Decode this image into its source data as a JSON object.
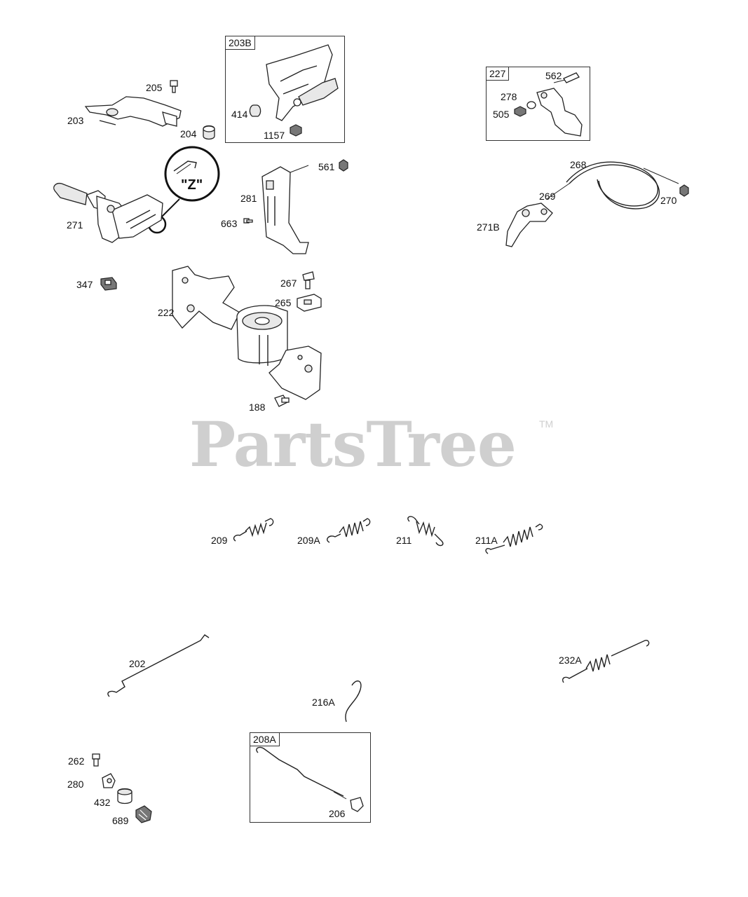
{
  "watermark": {
    "text": "PartsTree",
    "trademark": "TM"
  },
  "callout_z": "\"Z\"",
  "kit_boxes": {
    "b203B": "203B",
    "b227": "227",
    "b208A": "208A"
  },
  "labels": {
    "l205": "205",
    "l203": "203",
    "l204": "204",
    "l414": "414",
    "l1157": "1157",
    "l562": "562",
    "l278": "278",
    "l505": "505",
    "l561": "561",
    "l281": "281",
    "l663": "663",
    "l271": "271",
    "l268": "268",
    "l269": "269",
    "l270": "270",
    "l271B": "271B",
    "l347": "347",
    "l267": "267",
    "l265": "265",
    "l222": "222",
    "l188": "188",
    "l209": "209",
    "l209A": "209A",
    "l211": "211",
    "l211A": "211A",
    "l202": "202",
    "l232A": "232A",
    "l216A": "216A",
    "l262": "262",
    "l280": "280",
    "l432": "432",
    "l689": "689",
    "l206": "206"
  }
}
